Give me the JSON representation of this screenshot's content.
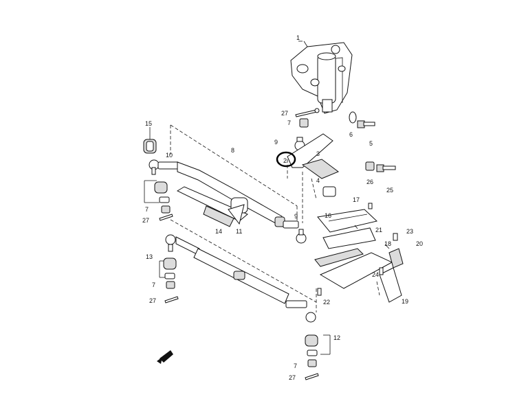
{
  "diagram": {
    "highlight_color": "#000000",
    "part_numbers": {
      "p1": "1",
      "p2": "2",
      "p3": "3",
      "p4": "4",
      "p5": "5",
      "p6": "6",
      "p7_top": "7",
      "p7_left_a": "7",
      "p7_left_b": "7",
      "p7_bottom": "7",
      "p8": "8",
      "p9_upper": "9",
      "p9_lower": "9",
      "p10": "10",
      "p11": "11",
      "p12": "12",
      "p13": "13",
      "p14": "14",
      "p15": "15",
      "p16": "16",
      "p17": "17",
      "p18": "18",
      "p19": "19",
      "p20": "20",
      "p21": "21",
      "p22": "22",
      "p23": "23",
      "p24": "24",
      "p25": "25",
      "p26": "26",
      "p27_top": "27",
      "p27_left_a": "27",
      "p27_left_b": "27",
      "p27_bottom": "27"
    }
  }
}
